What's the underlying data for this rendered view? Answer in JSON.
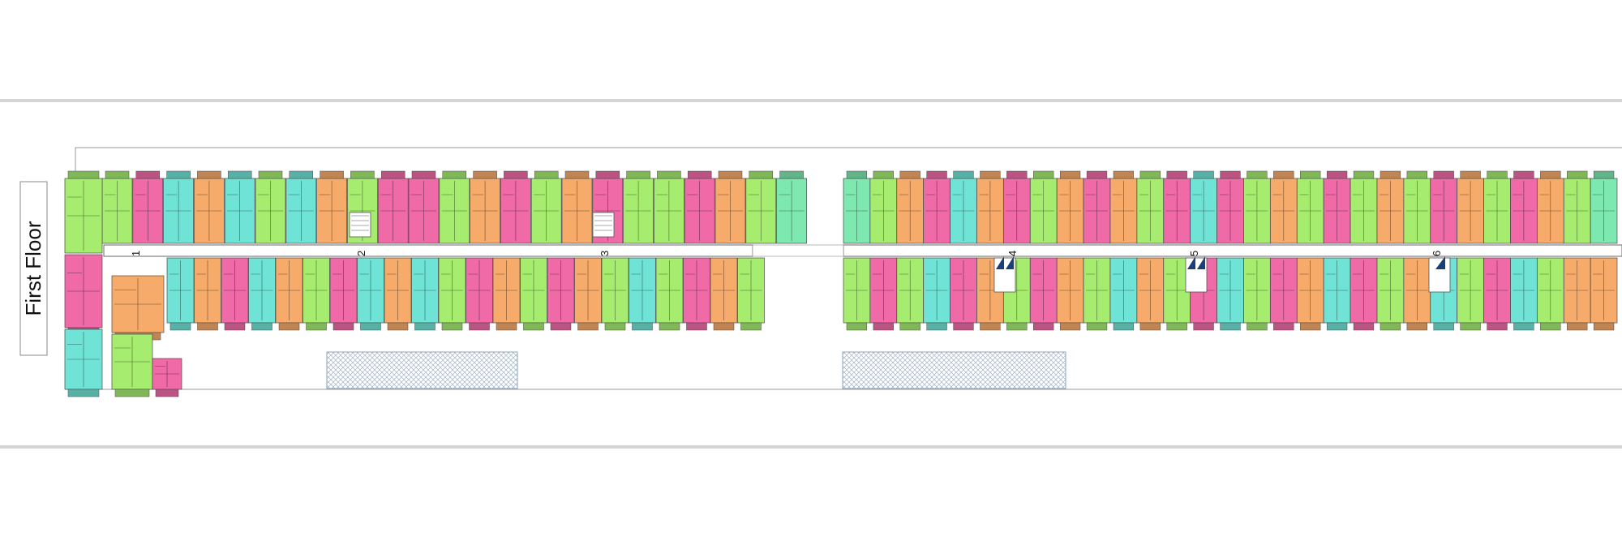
{
  "floor_label": "First Floor",
  "stair_labels": [
    "1",
    "2",
    "3",
    "4",
    "5",
    "6"
  ],
  "unit_colors": {
    "green": "#a6ec6f",
    "pink": "#f06aa8",
    "cyan": "#6fe3d6",
    "orange": "#f6ab6a",
    "mint": "#7de8b0",
    "corridor": "#ffffff",
    "outline": "#4a4a4a",
    "parking_hatch": "#9fb3c8"
  }
}
